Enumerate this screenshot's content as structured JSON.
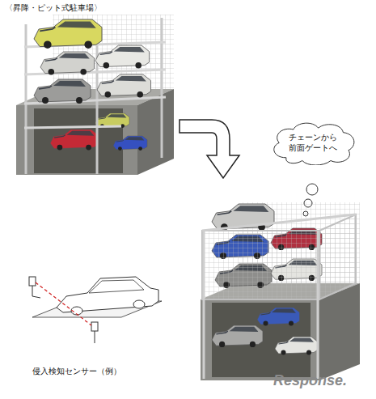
{
  "diagram": {
    "title": "〈昇降・ピット式駐車場〉",
    "nodes": [
      {
        "text": [
          "チェーンから 前面ゲートへ"
        ]
      }
    ],
    "labels": [
      "侵入検知センサー（例）",
      "Response."
    ]
  }
}
